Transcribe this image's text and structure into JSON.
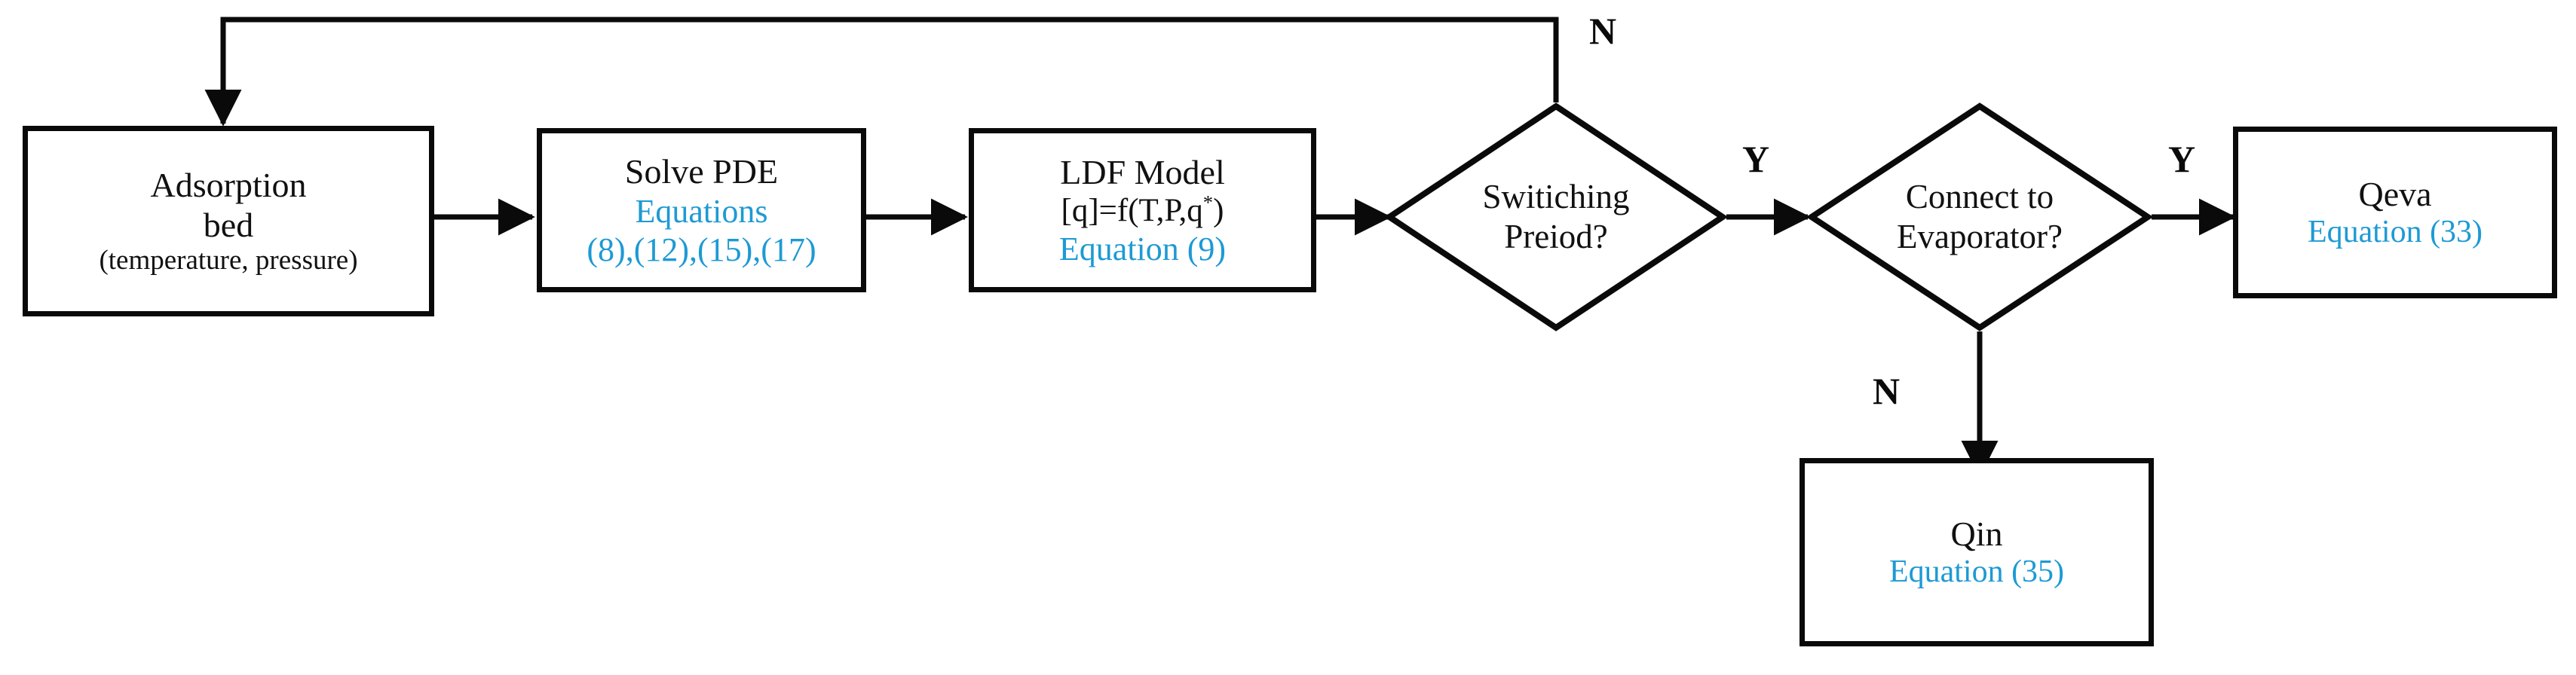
{
  "diagram": {
    "title": "Adsorption bed simulation flowchart",
    "accent_color": "#1d9ad4",
    "line_color": "#0a0a0a",
    "background": "#ffffff"
  },
  "nodes": {
    "adsorption_bed": {
      "type": "process",
      "line1": "Adsorption",
      "line2": "bed",
      "line3": "(temperature, pressure)"
    },
    "solve_pde": {
      "type": "process",
      "line1": "Solve PDE",
      "line2": "Equations",
      "line3": "(8),(12),(15),(17)"
    },
    "ldf_model": {
      "type": "process",
      "line1": "LDF Model",
      "line2_pre": "[q]=f(T,P,q",
      "line2_sup": "*",
      "line2_post": ")",
      "line3": "Equation (9)"
    },
    "switching_period": {
      "type": "decision",
      "line1": "Switiching",
      "line2": "Preiod?"
    },
    "connect_evaporator": {
      "type": "decision",
      "line1": "Connect to",
      "line2": "Evaporator?"
    },
    "qeva": {
      "type": "process",
      "line1": "Qeva",
      "line2": "Equation (33)"
    },
    "qin": {
      "type": "process",
      "line1": "Qin",
      "line2": "Equation (35)"
    }
  },
  "edge_labels": {
    "switching_no": "N",
    "switching_yes": "Y",
    "evaporator_yes": "Y",
    "evaporator_no": "N"
  }
}
